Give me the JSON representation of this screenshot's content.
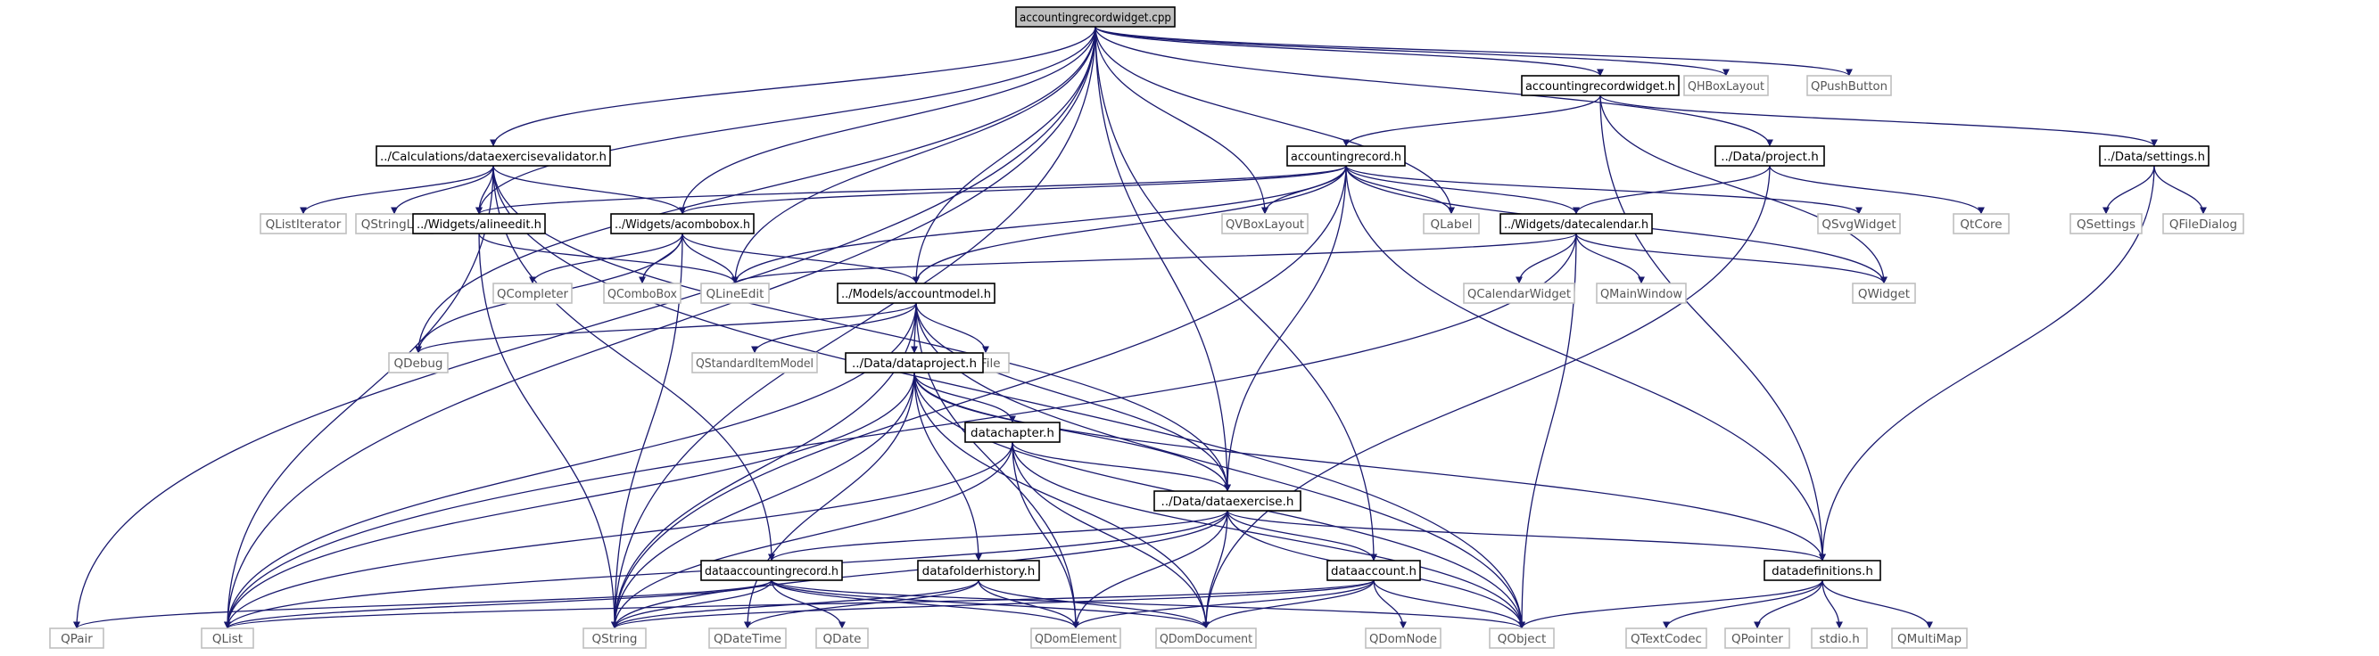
{
  "graph": {
    "colors": {
      "edge": "#19196e",
      "root_fill": "#bfbfbf",
      "project_border": "#000000",
      "external_border": "#bfbfbf",
      "project_text": "#000000",
      "external_text": "#555555"
    },
    "nodes": [
      {
        "id": "accountingrecordwidget_cpp",
        "label": "accountingrecordwidget.cpp",
        "kind": "root"
      },
      {
        "id": "accountingrecordwidget_h",
        "label": "accountingrecordwidget.h",
        "kind": "project"
      },
      {
        "id": "QHBoxLayout",
        "label": "QHBoxLayout",
        "kind": "external"
      },
      {
        "id": "QPushButton",
        "label": "QPushButton",
        "kind": "external"
      },
      {
        "id": "dataexercisevalidator_h",
        "label": "../Calculations/dataexercisevalidator.h",
        "kind": "project"
      },
      {
        "id": "accountingrecord_h",
        "label": "accountingrecord.h",
        "kind": "project"
      },
      {
        "id": "project_h",
        "label": "../Data/project.h",
        "kind": "project"
      },
      {
        "id": "settings_h",
        "label": "../Data/settings.h",
        "kind": "project"
      },
      {
        "id": "QListIterator",
        "label": "QListIterator",
        "kind": "external"
      },
      {
        "id": "QStringList",
        "label": "QStringList",
        "kind": "external"
      },
      {
        "id": "alineedit_h",
        "label": "../Widgets/alineedit.h",
        "kind": "project"
      },
      {
        "id": "acombobox_h",
        "label": "../Widgets/acombobox.h",
        "kind": "project"
      },
      {
        "id": "QVBoxLayout",
        "label": "QVBoxLayout",
        "kind": "external"
      },
      {
        "id": "QLabel",
        "label": "QLabel",
        "kind": "external"
      },
      {
        "id": "datecalendar_h",
        "label": "../Widgets/datecalendar.h",
        "kind": "project"
      },
      {
        "id": "QSvgWidget",
        "label": "QSvgWidget",
        "kind": "external"
      },
      {
        "id": "QtCore",
        "label": "QtCore",
        "kind": "external"
      },
      {
        "id": "QSettings",
        "label": "QSettings",
        "kind": "external"
      },
      {
        "id": "QFileDialog",
        "label": "QFileDialog",
        "kind": "external"
      },
      {
        "id": "QCompleter",
        "label": "QCompleter",
        "kind": "external"
      },
      {
        "id": "QComboBox",
        "label": "QComboBox",
        "kind": "external"
      },
      {
        "id": "QLineEdit",
        "label": "QLineEdit",
        "kind": "external"
      },
      {
        "id": "accountmodel_h",
        "label": "../Models/accountmodel.h",
        "kind": "project"
      },
      {
        "id": "QCalendarWidget",
        "label": "QCalendarWidget",
        "kind": "external"
      },
      {
        "id": "QMainWindow",
        "label": "QMainWindow",
        "kind": "external"
      },
      {
        "id": "QWidget",
        "label": "QWidget",
        "kind": "external"
      },
      {
        "id": "QDebug",
        "label": "QDebug",
        "kind": "external"
      },
      {
        "id": "QStandardItemModel",
        "label": "QStandardItemModel",
        "kind": "external"
      },
      {
        "id": "QFile",
        "label": "QFile",
        "kind": "external"
      },
      {
        "id": "dataproject_h",
        "label": "../Data/dataproject.h",
        "kind": "project"
      },
      {
        "id": "datachapter_h",
        "label": "datachapter.h",
        "kind": "project"
      },
      {
        "id": "dataexercise_h",
        "label": "../Data/dataexercise.h",
        "kind": "project"
      },
      {
        "id": "dataaccountingrecord_h",
        "label": "dataaccountingrecord.h",
        "kind": "project"
      },
      {
        "id": "datafolderhistory_h",
        "label": "datafolderhistory.h",
        "kind": "project"
      },
      {
        "id": "dataaccount_h",
        "label": "dataaccount.h",
        "kind": "project"
      },
      {
        "id": "datadefinitions_h",
        "label": "datadefinitions.h",
        "kind": "project"
      },
      {
        "id": "QPair",
        "label": "QPair",
        "kind": "external"
      },
      {
        "id": "QList",
        "label": "QList",
        "kind": "external"
      },
      {
        "id": "QString",
        "label": "QString",
        "kind": "external"
      },
      {
        "id": "QDateTime",
        "label": "QDateTime",
        "kind": "external"
      },
      {
        "id": "QDate",
        "label": "QDate",
        "kind": "external"
      },
      {
        "id": "QDomElement",
        "label": "QDomElement",
        "kind": "external"
      },
      {
        "id": "QDomDocument",
        "label": "QDomDocument",
        "kind": "external"
      },
      {
        "id": "QDomNode",
        "label": "QDomNode",
        "kind": "external"
      },
      {
        "id": "QObject",
        "label": "QObject",
        "kind": "external"
      },
      {
        "id": "QTextCodec",
        "label": "QTextCodec",
        "kind": "external"
      },
      {
        "id": "QPointer",
        "label": "QPointer",
        "kind": "external"
      },
      {
        "id": "stdio_h",
        "label": "stdio.h",
        "kind": "external"
      },
      {
        "id": "QMultiMap",
        "label": "QMultiMap",
        "kind": "external"
      }
    ],
    "edges": [
      [
        "accountingrecordwidget_cpp",
        "accountingrecordwidget_h"
      ],
      [
        "accountingrecordwidget_cpp",
        "QHBoxLayout"
      ],
      [
        "accountingrecordwidget_cpp",
        "QPushButton"
      ],
      [
        "accountingrecordwidget_cpp",
        "dataexercisevalidator_h"
      ],
      [
        "accountingrecordwidget_cpp",
        "project_h"
      ],
      [
        "accountingrecordwidget_cpp",
        "alineedit_h"
      ],
      [
        "accountingrecordwidget_cpp",
        "acombobox_h"
      ],
      [
        "accountingrecordwidget_cpp",
        "QVBoxLayout"
      ],
      [
        "accountingrecordwidget_cpp",
        "QLabel"
      ],
      [
        "accountingrecordwidget_cpp",
        "QLineEdit"
      ],
      [
        "accountingrecordwidget_cpp",
        "accountmodel_h"
      ],
      [
        "accountingrecordwidget_cpp",
        "QDebug"
      ],
      [
        "accountingrecordwidget_cpp",
        "dataexercise_h"
      ],
      [
        "accountingrecordwidget_cpp",
        "dataaccount_h"
      ],
      [
        "accountingrecordwidget_cpp",
        "QPair"
      ],
      [
        "accountingrecordwidget_cpp",
        "QList"
      ],
      [
        "accountingrecordwidget_cpp",
        "QString"
      ],
      [
        "accountingrecordwidget_h",
        "accountingrecord_h"
      ],
      [
        "accountingrecordwidget_h",
        "settings_h"
      ],
      [
        "accountingrecordwidget_h",
        "QWidget"
      ],
      [
        "accountingrecordwidget_h",
        "datadefinitions_h"
      ],
      [
        "dataexercisevalidator_h",
        "QListIterator"
      ],
      [
        "dataexercisevalidator_h",
        "QStringList"
      ],
      [
        "dataexercisevalidator_h",
        "alineedit_h"
      ],
      [
        "dataexercisevalidator_h",
        "acombobox_h"
      ],
      [
        "dataexercisevalidator_h",
        "dataexercise_h"
      ],
      [
        "dataexercisevalidator_h",
        "dataaccountingrecord_h"
      ],
      [
        "dataexercisevalidator_h",
        "QList"
      ],
      [
        "dataexercisevalidator_h",
        "QObject"
      ],
      [
        "accountingrecord_h",
        "alineedit_h"
      ],
      [
        "accountingrecord_h",
        "acombobox_h"
      ],
      [
        "accountingrecord_h",
        "QVBoxLayout"
      ],
      [
        "accountingrecord_h",
        "QLabel"
      ],
      [
        "accountingrecord_h",
        "datecalendar_h"
      ],
      [
        "accountingrecord_h",
        "QSvgWidget"
      ],
      [
        "accountingrecord_h",
        "QWidget"
      ],
      [
        "accountingrecord_h",
        "QLineEdit"
      ],
      [
        "accountingrecord_h",
        "accountmodel_h"
      ],
      [
        "accountingrecord_h",
        "dataexercise_h"
      ],
      [
        "accountingrecord_h",
        "datadefinitions_h"
      ],
      [
        "accountingrecord_h",
        "QString"
      ],
      [
        "project_h",
        "QtCore"
      ],
      [
        "project_h",
        "datecalendar_h"
      ],
      [
        "project_h",
        "QDomDocument"
      ],
      [
        "settings_h",
        "QSettings"
      ],
      [
        "settings_h",
        "QFileDialog"
      ],
      [
        "settings_h",
        "datadefinitions_h"
      ],
      [
        "alineedit_h",
        "QLineEdit"
      ],
      [
        "alineedit_h",
        "QString"
      ],
      [
        "acombobox_h",
        "QCompleter"
      ],
      [
        "acombobox_h",
        "QComboBox"
      ],
      [
        "acombobox_h",
        "QLineEdit"
      ],
      [
        "acombobox_h",
        "accountmodel_h"
      ],
      [
        "acombobox_h",
        "QDebug"
      ],
      [
        "acombobox_h",
        "QString"
      ],
      [
        "datecalendar_h",
        "QCalendarWidget"
      ],
      [
        "datecalendar_h",
        "QMainWindow"
      ],
      [
        "datecalendar_h",
        "QWidget"
      ],
      [
        "datecalendar_h",
        "QLineEdit"
      ],
      [
        "datecalendar_h",
        "QList"
      ],
      [
        "datecalendar_h",
        "QObject"
      ],
      [
        "accountmodel_h",
        "QDebug"
      ],
      [
        "accountmodel_h",
        "QStandardItemModel"
      ],
      [
        "accountmodel_h",
        "QFile"
      ],
      [
        "accountmodel_h",
        "dataproject_h"
      ],
      [
        "accountmodel_h",
        "dataexercise_h"
      ],
      [
        "accountmodel_h",
        "QList"
      ],
      [
        "accountmodel_h",
        "QString"
      ],
      [
        "accountmodel_h",
        "QDomElement"
      ],
      [
        "accountmodel_h",
        "QObject"
      ],
      [
        "dataproject_h",
        "datachapter_h"
      ],
      [
        "dataproject_h",
        "dataexercise_h"
      ],
      [
        "dataproject_h",
        "datafolderhistory_h"
      ],
      [
        "dataproject_h",
        "datadefinitions_h"
      ],
      [
        "dataproject_h",
        "QList"
      ],
      [
        "dataproject_h",
        "QString"
      ],
      [
        "dataproject_h",
        "QDateTime"
      ],
      [
        "dataproject_h",
        "QDomDocument"
      ],
      [
        "dataproject_h",
        "QObject"
      ],
      [
        "datachapter_h",
        "dataexercise_h"
      ],
      [
        "datachapter_h",
        "QList"
      ],
      [
        "datachapter_h",
        "QString"
      ],
      [
        "datachapter_h",
        "QDomElement"
      ],
      [
        "datachapter_h",
        "QDomDocument"
      ],
      [
        "datachapter_h",
        "QObject"
      ],
      [
        "dataexercise_h",
        "dataaccountingrecord_h"
      ],
      [
        "dataexercise_h",
        "dataaccount_h"
      ],
      [
        "dataexercise_h",
        "datadefinitions_h"
      ],
      [
        "dataexercise_h",
        "QList"
      ],
      [
        "dataexercise_h",
        "QString"
      ],
      [
        "dataexercise_h",
        "QDomElement"
      ],
      [
        "dataexercise_h",
        "QDomDocument"
      ],
      [
        "dataexercise_h",
        "QObject"
      ],
      [
        "dataaccountingrecord_h",
        "QPair"
      ],
      [
        "dataaccountingrecord_h",
        "QList"
      ],
      [
        "dataaccountingrecord_h",
        "QString"
      ],
      [
        "dataaccountingrecord_h",
        "QDate"
      ],
      [
        "dataaccountingrecord_h",
        "QDomElement"
      ],
      [
        "dataaccountingrecord_h",
        "QDomDocument"
      ],
      [
        "dataaccountingrecord_h",
        "QObject"
      ],
      [
        "datafolderhistory_h",
        "QDateTime"
      ],
      [
        "datafolderhistory_h",
        "QString"
      ],
      [
        "datafolderhistory_h",
        "QDomElement"
      ],
      [
        "datafolderhistory_h",
        "QDomDocument"
      ],
      [
        "dataaccount_h",
        "QList"
      ],
      [
        "dataaccount_h",
        "QString"
      ],
      [
        "dataaccount_h",
        "QDomElement"
      ],
      [
        "dataaccount_h",
        "QDomDocument"
      ],
      [
        "dataaccount_h",
        "QDomNode"
      ],
      [
        "dataaccount_h",
        "QObject"
      ],
      [
        "datadefinitions_h",
        "QObject"
      ],
      [
        "datadefinitions_h",
        "QTextCodec"
      ],
      [
        "datadefinitions_h",
        "QPointer"
      ],
      [
        "datadefinitions_h",
        "stdio_h"
      ],
      [
        "datadefinitions_h",
        "QMultiMap"
      ]
    ]
  }
}
